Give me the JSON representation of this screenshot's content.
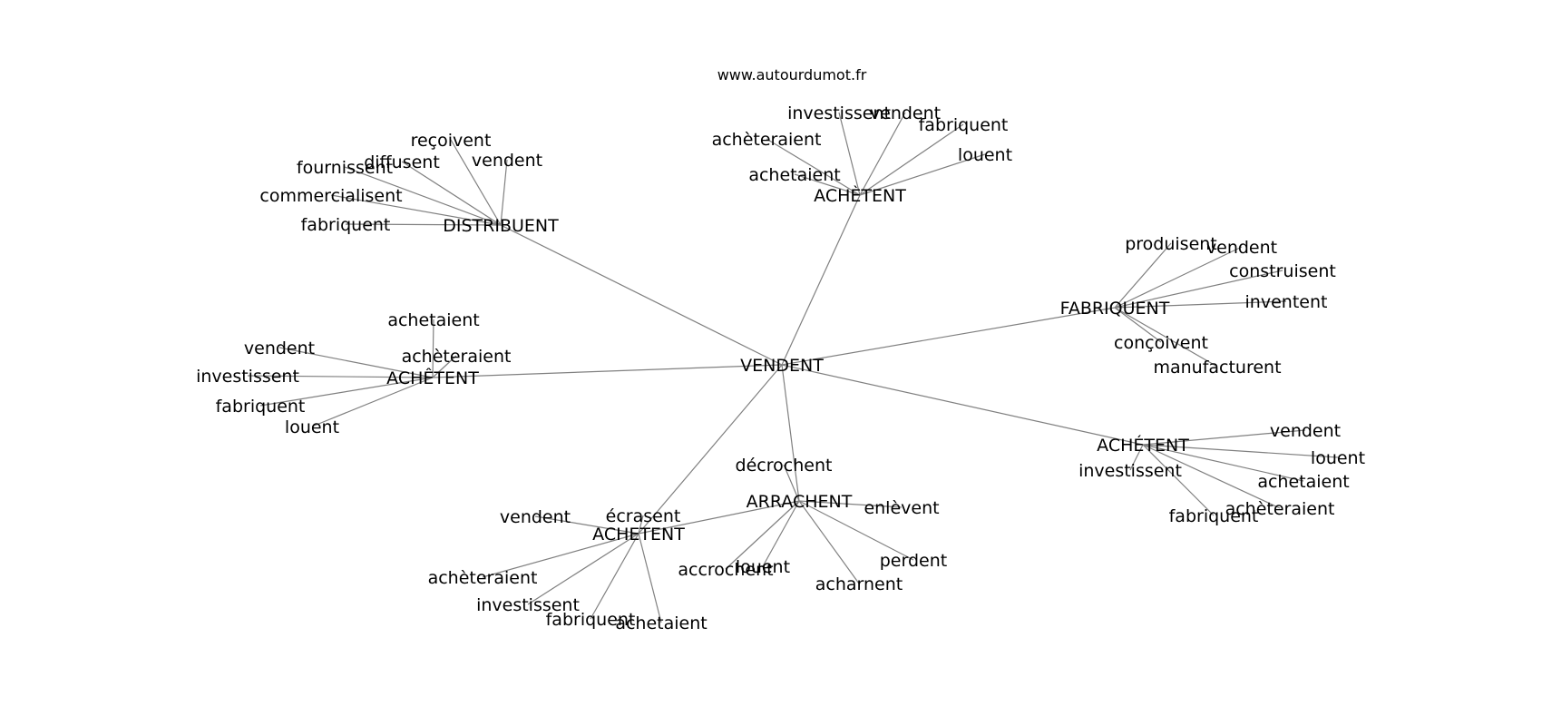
{
  "source": "www.autourdumot.fr",
  "nodes": {
    "vendent_c": "VENDENT",
    "distribuent": "DISTRIBUENT",
    "achetent_top": "ACHÈTENT",
    "fabriquent": "FABRIQUENT",
    "achetent_left": "ACHÊTENT",
    "achetent_right": "ACHÉTENT",
    "arrachent": "ARRACHENT",
    "achetent_bot": "ACHETENT",
    "recoivent": "reçoivent",
    "diffusent": "diffusent",
    "vendent_d": "vendent",
    "fournissent": "fournissent",
    "commercialisent": "commercialisent",
    "fabriquent_d": "fabriquent",
    "investissent_t": "investissent",
    "vendent_t": "vendent",
    "acheteraient_t": "achèteraient",
    "fabriquent_t": "fabriquent",
    "louent_t": "louent",
    "achetaient_t": "achetaient",
    "produisent": "produisent",
    "vendent_f": "vendent",
    "construisent": "construisent",
    "inventent": "inventent",
    "concoivent": "conçoivent",
    "manufacturent": "manufacturent",
    "achetaient_l": "achetaient",
    "vendent_l": "vendent",
    "acheteraient_l": "achèteraient",
    "investissent_l": "investissent",
    "fabriquent_l": "fabriquent",
    "louent_l": "louent",
    "vendent_r": "vendent",
    "louent_r": "louent",
    "investissent_r": "investissent",
    "achetaient_r": "achetaient",
    "fabriquent_r": "fabriquent",
    "acheteraient_r": "achèteraient",
    "decrochent": "décrochent",
    "enlevent": "enlèvent",
    "louent_a": "louent",
    "accrochent": "accrochent",
    "perdent": "perdent",
    "acharnent": "acharnent",
    "vendent_b": "vendent",
    "ecrasent": "écrasent",
    "acheteraient_b": "achèteraient",
    "investissent_b": "investissent",
    "fabriquent_b": "fabriquent",
    "achetaient_b": "achetaient"
  },
  "edges": [
    [
      "vendent_c",
      "distribuent"
    ],
    [
      "vendent_c",
      "achetent_top"
    ],
    [
      "vendent_c",
      "fabriquent"
    ],
    [
      "vendent_c",
      "achetent_left"
    ],
    [
      "vendent_c",
      "achetent_right"
    ],
    [
      "vendent_c",
      "arrachent"
    ],
    [
      "vendent_c",
      "achetent_bot"
    ],
    [
      "distribuent",
      "recoivent"
    ],
    [
      "distribuent",
      "diffusent"
    ],
    [
      "distribuent",
      "vendent_d"
    ],
    [
      "distribuent",
      "fournissent"
    ],
    [
      "distribuent",
      "commercialisent"
    ],
    [
      "distribuent",
      "fabriquent_d"
    ],
    [
      "achetent_top",
      "investissent_t"
    ],
    [
      "achetent_top",
      "vendent_t"
    ],
    [
      "achetent_top",
      "acheteraient_t"
    ],
    [
      "achetent_top",
      "fabriquent_t"
    ],
    [
      "achetent_top",
      "louent_t"
    ],
    [
      "achetent_top",
      "achetaient_t"
    ],
    [
      "fabriquent",
      "produisent"
    ],
    [
      "fabriquent",
      "vendent_f"
    ],
    [
      "fabriquent",
      "construisent"
    ],
    [
      "fabriquent",
      "inventent"
    ],
    [
      "fabriquent",
      "concoivent"
    ],
    [
      "fabriquent",
      "manufacturent"
    ],
    [
      "achetent_left",
      "achetaient_l"
    ],
    [
      "achetent_left",
      "vendent_l"
    ],
    [
      "achetent_left",
      "acheteraient_l"
    ],
    [
      "achetent_left",
      "investissent_l"
    ],
    [
      "achetent_left",
      "fabriquent_l"
    ],
    [
      "achetent_left",
      "louent_l"
    ],
    [
      "achetent_right",
      "vendent_r"
    ],
    [
      "achetent_right",
      "louent_r"
    ],
    [
      "achetent_right",
      "investissent_r"
    ],
    [
      "achetent_right",
      "achetaient_r"
    ],
    [
      "achetent_right",
      "fabriquent_r"
    ],
    [
      "achetent_right",
      "acheteraient_r"
    ],
    [
      "arrachent",
      "decrochent"
    ],
    [
      "arrachent",
      "enlevent"
    ],
    [
      "arrachent",
      "louent_a"
    ],
    [
      "arrachent",
      "accrochent"
    ],
    [
      "arrachent",
      "perdent"
    ],
    [
      "arrachent",
      "acharnent"
    ],
    [
      "arrachent",
      "achetent_bot"
    ],
    [
      "achetent_bot",
      "vendent_b"
    ],
    [
      "achetent_bot",
      "ecrasent"
    ],
    [
      "achetent_bot",
      "acheteraient_b"
    ],
    [
      "achetent_bot",
      "investissent_b"
    ],
    [
      "achetent_bot",
      "fabriquent_b"
    ],
    [
      "achetent_bot",
      "achetaient_b"
    ]
  ],
  "colors": {
    "edge": "#808080",
    "text": "#000000",
    "background": "#ffffff"
  }
}
